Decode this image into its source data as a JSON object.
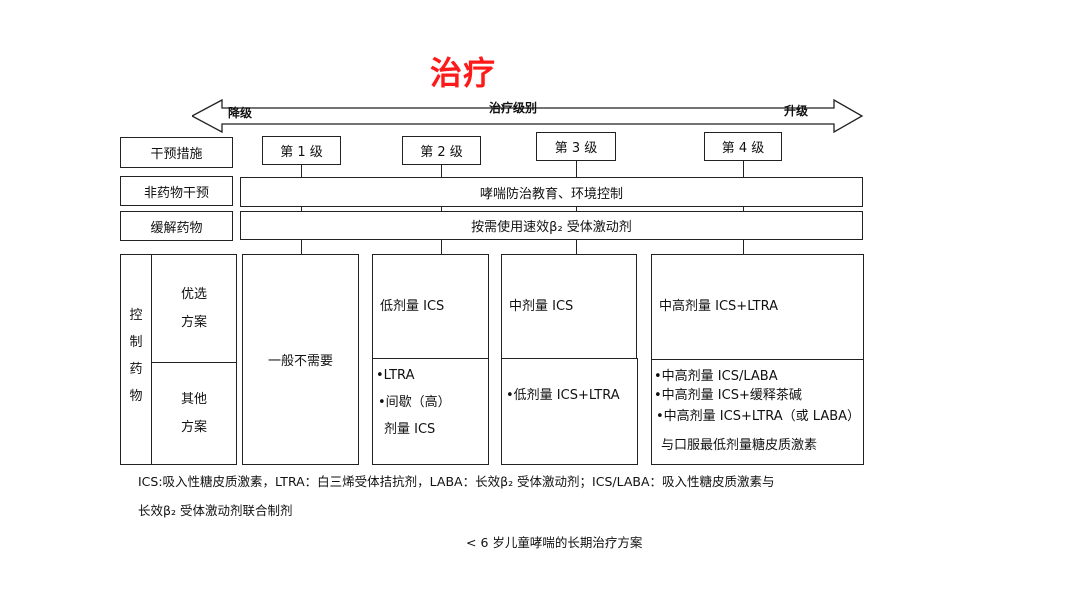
{
  "title": "治疗",
  "arrow": {
    "label": "治疗级别",
    "left_label": "降级",
    "right_label": "升级"
  },
  "steps": [
    "第 1 级",
    "第 2 级",
    "第 3 级",
    "第 4 级"
  ],
  "rows": {
    "intervention": "干预措施",
    "non_drug": "非药物干预",
    "non_drug_content": "哮喘防治教育、环境控制",
    "relief": "缓解药物",
    "relief_content": "按需使用速效β₂ 受体激动剂"
  },
  "control": {
    "label_chars": [
      "控",
      "制",
      "药",
      "物"
    ],
    "preferred": [
      "优选",
      "方案"
    ],
    "other": [
      "其他",
      "方案"
    ],
    "step1": "一般不需要",
    "step2_preferred": "低剂量 ICS",
    "step2_other": [
      "•LTRA",
      "•间歇（高）",
      "剂量 ICS"
    ],
    "step3_preferred": "中剂量 ICS",
    "step3_other": "•低剂量 ICS+LTRA",
    "step4_preferred": "中高剂量 ICS+LTRA",
    "step4_other": [
      "•中高剂量 ICS/LABA",
      "•中高剂量 ICS+缓释茶碱",
      "•中高剂量 ICS+LTRA（或 LABA）",
      "与口服最低剂量糖皮质激素"
    ]
  },
  "footnote": [
    "ICS:吸入性糖皮质激素，LTRA：白三烯受体拮抗剂，LABA：长效β₂ 受体激动剂；ICS/LABA：吸入性糖皮质激素与",
    "长效β₂ 受体激动剂联合制剂"
  ],
  "caption": "< 6 岁儿童哮喘的长期治疗方案",
  "colors": {
    "title": "#ff1a1a",
    "line": "#222222"
  }
}
